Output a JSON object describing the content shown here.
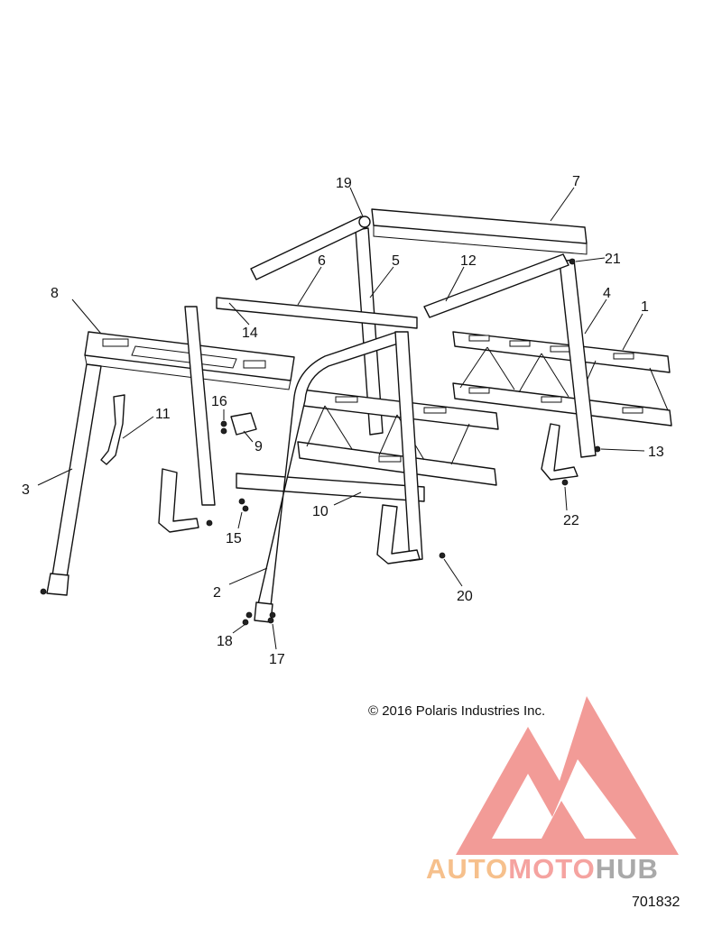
{
  "diagram": {
    "callouts": [
      "1",
      "2",
      "3",
      "4",
      "5",
      "6",
      "7",
      "8",
      "9",
      "10",
      "11",
      "12",
      "13",
      "14",
      "15",
      "16",
      "17",
      "18",
      "19",
      "20",
      "21",
      "22"
    ],
    "copyright": "© 2016 Polaris Industries Inc.",
    "diagram_id": "701832"
  },
  "watermark": {
    "part1": "AUTO",
    "part2": "MOTO",
    "part3": "HUB",
    "colors": {
      "triangle": "#f08a86",
      "auto": "#f6c08c",
      "moto": "#f5a3a0",
      "hub": "#a9a9a9"
    }
  }
}
